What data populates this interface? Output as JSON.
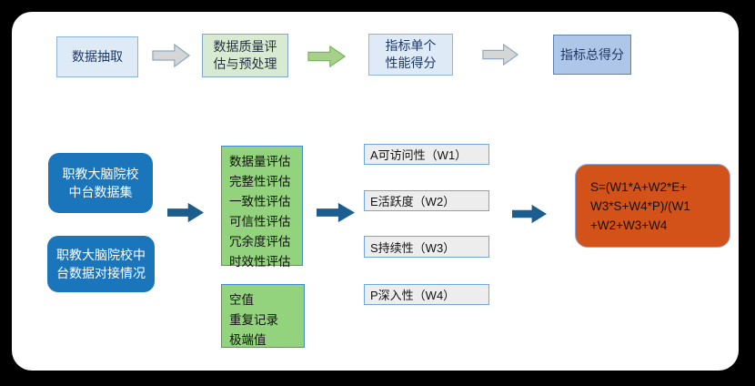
{
  "top_flow": {
    "steps": [
      {
        "label": "数据抽取"
      },
      {
        "label": "数据质量评\n估与预处理"
      },
      {
        "label": "指标单个\n性能得分"
      },
      {
        "label": "指标总得分"
      }
    ]
  },
  "main_flow": {
    "sources": [
      {
        "label": "职教大脑院校\n中台数据集"
      },
      {
        "label": "职教大脑院校中\n台数据对接情况"
      }
    ],
    "quality_checks": "数据量评估\n完整性评估\n一致性评估\n可信性评估\n冗余度评估\n时效性评估",
    "data_issues": "空值\n重复记录\n极端值",
    "metrics": [
      {
        "label": "A可访问性（W1）"
      },
      {
        "label": "E活跃度（W2）"
      },
      {
        "label": "S持续性（W3）"
      },
      {
        "label": "P深入性（W4）"
      }
    ],
    "formula": "S=(W1*A+W2*E+\nW3*S+W4*P)/(W1\n+W2+W3+W4"
  },
  "colors": {
    "frame": "#000000",
    "canvas": "#ffffff",
    "step_blue_fill": "#deebf7",
    "step_blue_border": "#8eb4dc",
    "step_green_fill": "#d9ead3",
    "step_total_fill": "#aec6e8",
    "source_blue": "#1b75bb",
    "list_green_fill": "#93d37e",
    "metric_gray_fill": "#ededed",
    "metric_border": "#6fa8dc",
    "formula_orange": "#d2521a",
    "arrow_gray": "#d6d6d6",
    "arrow_green": "#a8d08d",
    "arrow_dark_blue": "#1c5d90",
    "text_navy": "#1f3864"
  }
}
